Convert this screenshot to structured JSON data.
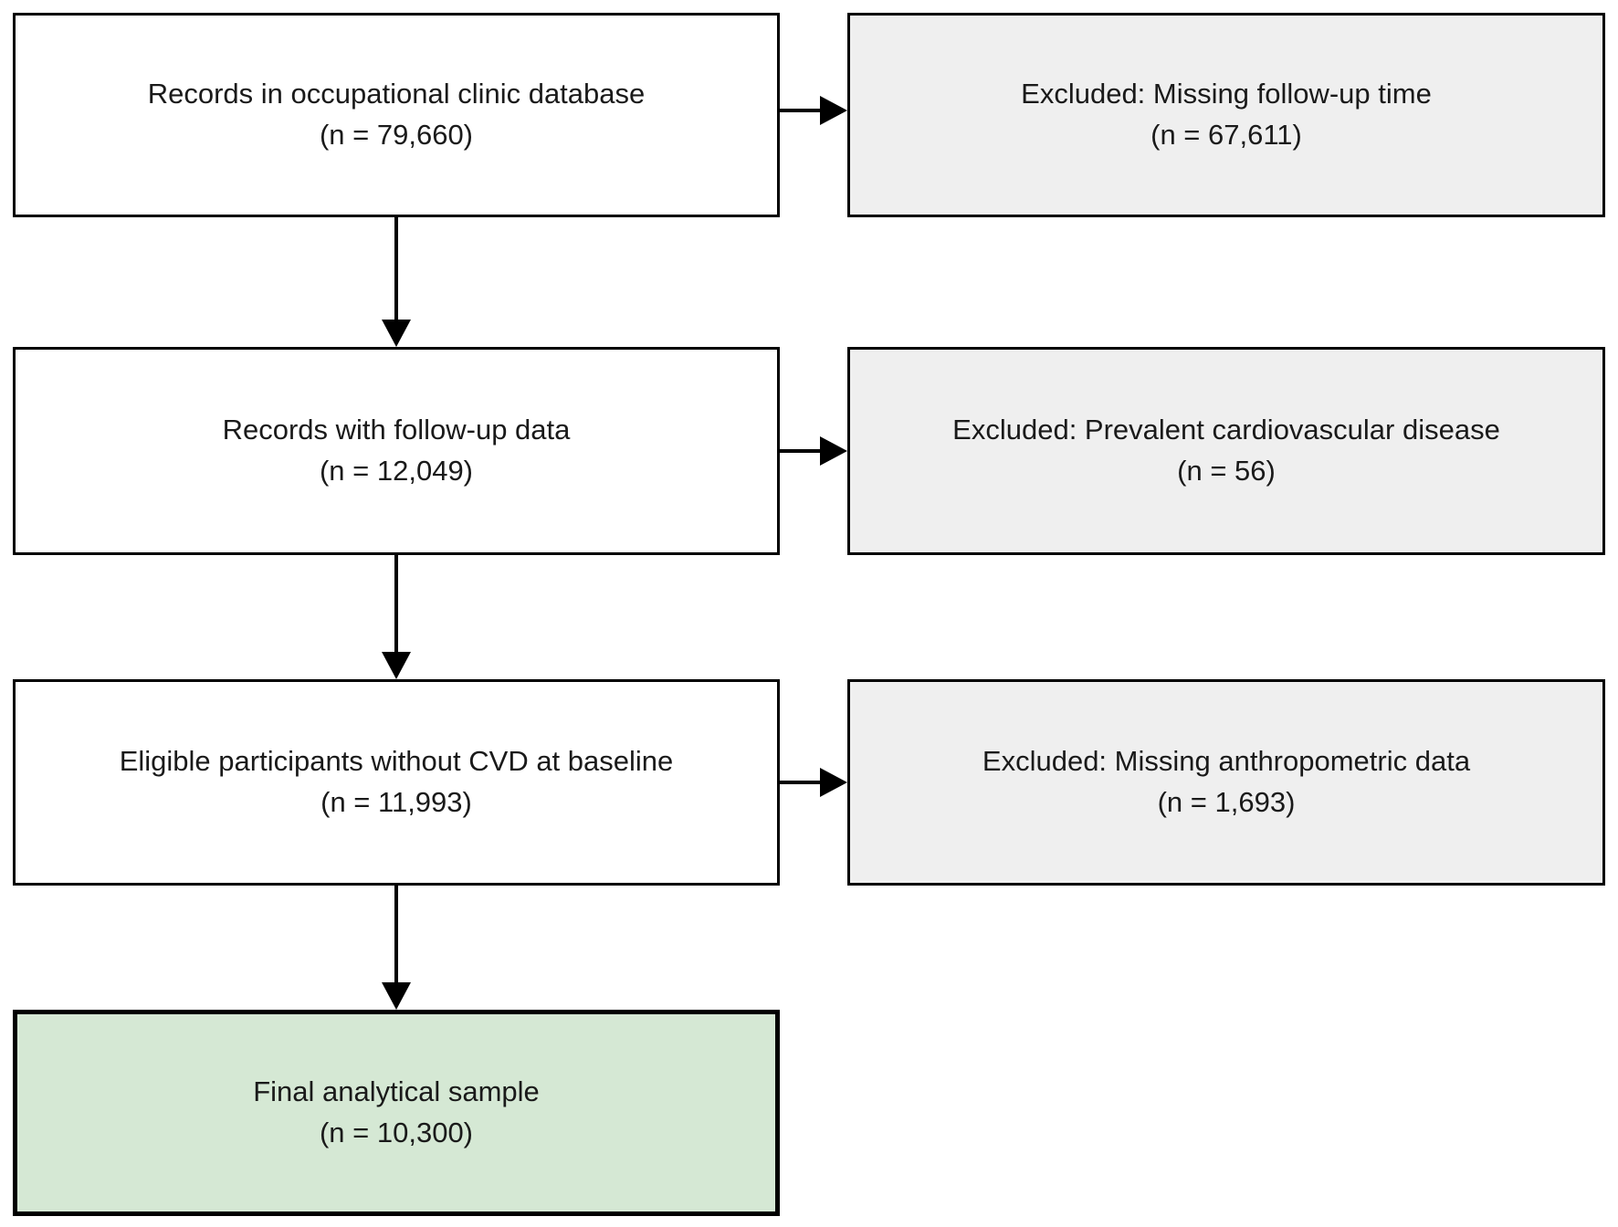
{
  "colors": {
    "background": "#ffffff",
    "main_box_bg": "#ffffff",
    "exclusion_box_bg": "#efefef",
    "final_box_bg": "#d5e8d4",
    "border": "#000000",
    "text": "#1a1a1a"
  },
  "flow": {
    "main": [
      {
        "label": "Records in occupational clinic database",
        "count": "(n = 79,660)"
      },
      {
        "label": "Records with follow-up data",
        "count": "(n = 12,049)"
      },
      {
        "label": "Eligible participants without CVD at baseline",
        "count": "(n = 11,993)"
      }
    ],
    "final": {
      "label": "Final analytical sample",
      "count": "(n = 10,300)"
    },
    "exclusions": [
      {
        "label": "Excluded: Missing follow-up time",
        "count": "(n = 67,611)"
      },
      {
        "label": "Excluded: Prevalent cardiovascular disease",
        "count": "(n = 56)"
      },
      {
        "label": "Excluded: Missing anthropometric data",
        "count": "(n = 1,693)"
      }
    ]
  }
}
